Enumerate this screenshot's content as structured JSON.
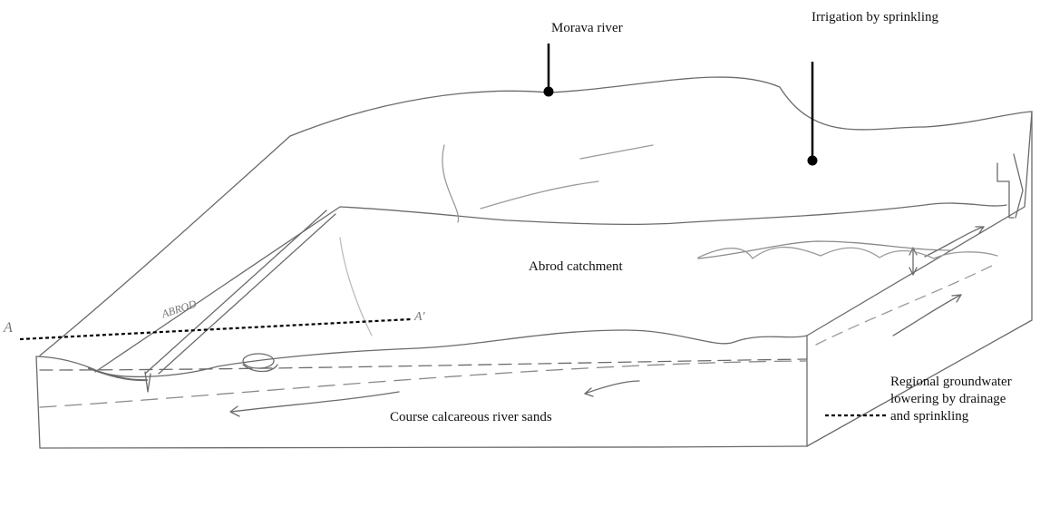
{
  "labels": {
    "morava_river": "Morava river",
    "irrigation": "Irrigation by sprinkling",
    "abrod_catchment": "Abrod catchment",
    "sands": "Course calcareous river sands",
    "regional_groundwater": "Regional groundwater lowering by drainage and sprinkling"
  },
  "sketch_annotations": {
    "abrod_handwritten": "ABROD",
    "section_start": "A",
    "section_end": "A'"
  },
  "colors": {
    "pencil": "#6b6b6b",
    "pencil_light": "#9a9a9a",
    "ink": "#000000"
  }
}
